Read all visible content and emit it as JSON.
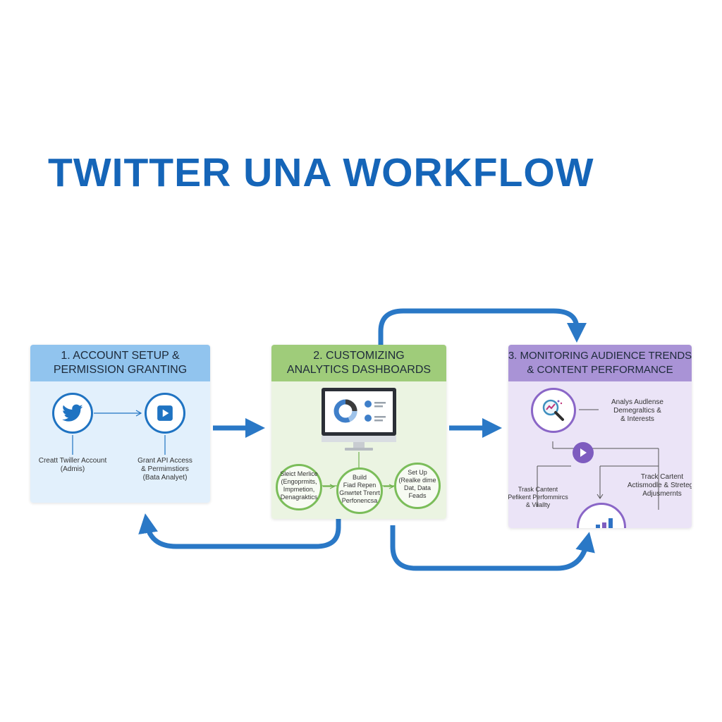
{
  "title": "TWITTER UNA WORKFLOW",
  "colors": {
    "title": "#1565b8",
    "arrow": "#2a78c6",
    "card1_header": "#91c4ee",
    "card1_body": "#e2f0fc",
    "card1_accent": "#1f73c2",
    "card2_header": "#9fcc7a",
    "card2_body": "#ebf4e2",
    "card2_accent": "#6fb24d",
    "card3_header": "#a993d6",
    "card3_body": "#ebe4f7",
    "card3_accent": "#7e5cbf"
  },
  "cards": [
    {
      "header": [
        "1. ACCOUNT SETUP &",
        "PERMISSION GRANTING"
      ],
      "steps": [
        {
          "icon": "twitter-bird-icon",
          "label": [
            "Creatt Twiller Account",
            "(Admis)"
          ]
        },
        {
          "icon": "play-icon",
          "label": [
            "Grant API Access",
            "& Permimstiors",
            "(Bata Analyet)"
          ]
        }
      ]
    },
    {
      "header": [
        "2. CUSTOMIZING",
        "ANALYTICS DASHBOARDS"
      ],
      "monitor_icon": "dashboard-monitor-icon",
      "steps": [
        {
          "label": [
            "Sleict Merlice",
            "(Engoprmits,",
            "Impmetion,",
            "Denagraktics"
          ]
        },
        {
          "label": [
            "Build",
            "Fiad Repen",
            "Gnwrtet Trenrt",
            "Perfonencsa"
          ]
        },
        {
          "label": [
            "Set Up",
            "(Realke dime",
            "Dat, Data",
            "Feads"
          ]
        }
      ]
    },
    {
      "header": [
        "3. MONITORING AUDIENCE TRENDS",
        "& CONTENT PERFORMANCE"
      ],
      "icons": [
        "magnifier-chart-icon",
        "play-icon",
        "bar-chart-icon"
      ],
      "labels": {
        "analyze": [
          "Analys Audlense",
          "Demegraltics &",
          "& Interests"
        ],
        "track_left": [
          "Trask Cantent",
          "Pefikent Perfommircs",
          "& Viiallty"
        ],
        "track_right": [
          "Track Cartent",
          "Actismodle & Stretegy",
          "Adjusmernts"
        ]
      }
    }
  ]
}
